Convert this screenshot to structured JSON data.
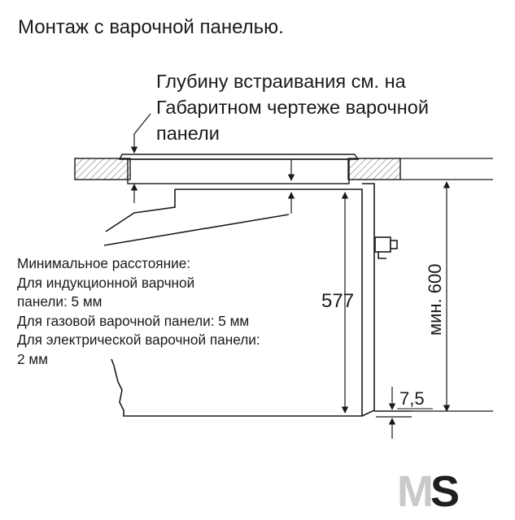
{
  "title": "Монтаж с варочной панелью.",
  "depth_note": [
    "Глубину встраивания см. на",
    "Габаритном чертеже варочной",
    "панели"
  ],
  "min_distance": [
    "Минимальное расстояние:",
    "Для индукционной варчной",
    "панели: 5 мм",
    "Для газовой варочной панели: 5 мм",
    "Для электрической варочной панели:",
    "2 мм"
  ],
  "dimensions": {
    "height_577": "577",
    "min_600": "мин. 600",
    "gap_7_5": "7,5"
  },
  "logo": {
    "m": "M",
    "s": "S"
  },
  "colors": {
    "line": "#1a1a1a",
    "hatch": "#555555",
    "logo_gray": "#c9c9c9"
  }
}
